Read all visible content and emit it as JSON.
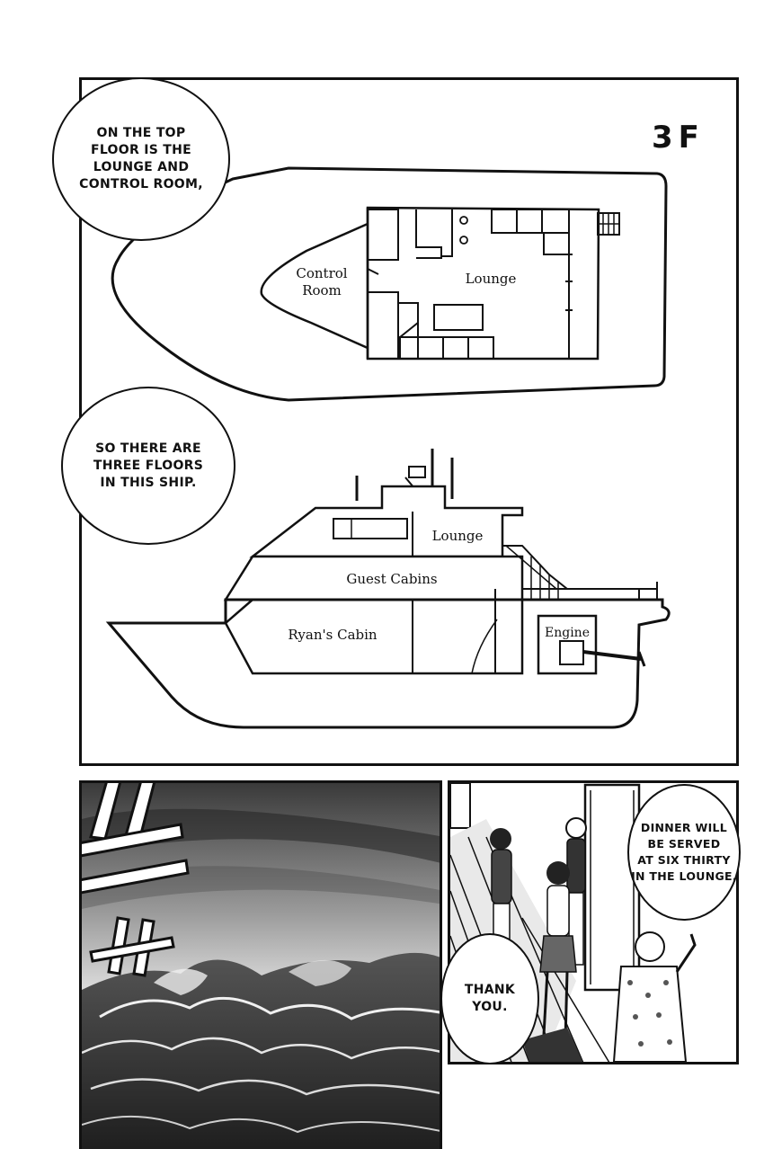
{
  "page": {
    "floor_label": "3F"
  },
  "top_panel": {
    "bubble_top": "ON THE TOP\nFLOOR IS THE\nLOUNGE AND\nCONTROL ROOM,",
    "bubble_middle": "SO THERE ARE\nTHREE FLOORS\nIN THIS SHIP.",
    "plan_labels": {
      "control_room": "Control\nRoom",
      "lounge": "Lounge"
    },
    "side_labels": {
      "lounge": "Lounge",
      "guest_cabins": "Guest Cabins",
      "ryans_cabin": "Ryan's Cabin",
      "engine": "Engine"
    }
  },
  "bottom_right_panel": {
    "bubble_staff": "DINNER WILL\nBE SERVED\nAT SIX THIRTY\nIN THE LOUNGE.",
    "bubble_reply": "THANK\nYOU."
  },
  "colors": {
    "ink": "#111111",
    "paper": "#ffffff",
    "sea_dark": "#2a2a2a",
    "sea_light": "#d8d8d8"
  }
}
